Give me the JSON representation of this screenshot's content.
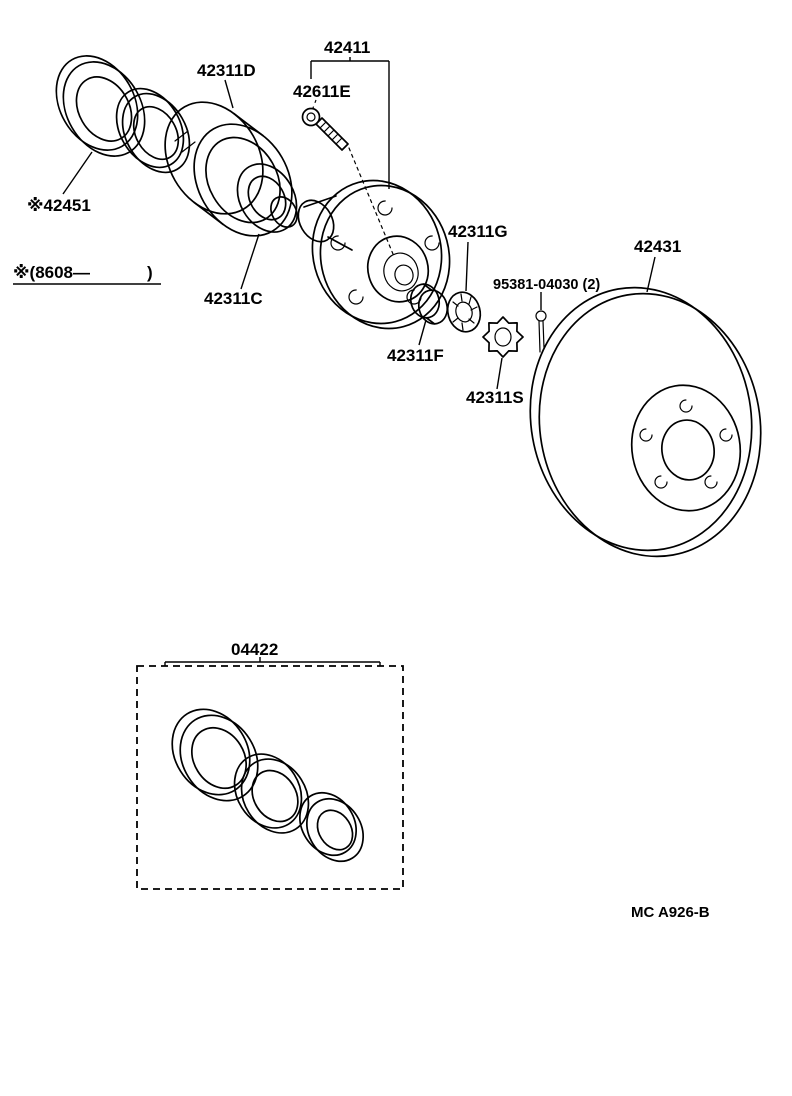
{
  "page": {
    "footer_code": "MC A926-B",
    "background_color": "#ffffff",
    "line_color": "#000000"
  },
  "parts": {
    "oil_seal": {
      "label": "※42451"
    },
    "applicability": {
      "open": "※(8608—",
      "close": ")"
    },
    "bearing_outer_race": {
      "label": "42311D"
    },
    "axle_hub": {
      "label": "42411"
    },
    "hub_bolt": {
      "label": "42611E"
    },
    "inner_bearing": {
      "label": "42311C"
    },
    "thrust_washer": {
      "label": "42311G"
    },
    "bearing_lock_nut": {
      "label": "42311F"
    },
    "cotter_pin": {
      "label": "95381-04030 (2)"
    },
    "nut_lock_cap": {
      "label": "42311S"
    },
    "brake_disc": {
      "label": "42431"
    },
    "hub_overhaul_kit": {
      "label": "04422"
    }
  }
}
